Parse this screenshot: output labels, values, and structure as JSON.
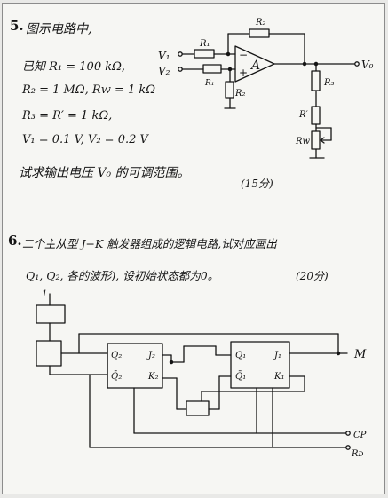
{
  "problem5": {
    "number": "5.",
    "title": "图示电路中,",
    "given_1": "已知 R₁ = 100 kΩ,",
    "given_2": "R₂ = 1 MΩ,  Rw = 1 kΩ",
    "given_3": "R₃ = R′ = 1 kΩ,",
    "given_4": "V₁ = 0.1 V,   V₂ = 0.2 V",
    "question": "试求输出电压 V₀ 的可调范围。",
    "score": "(15分)",
    "circuit": {
      "label_R2_top": "R₂",
      "label_V1": "V₁",
      "label_V2": "V₂",
      "label_R1_top": "R₁",
      "label_R1_bottom": "R₁",
      "label_R2_ground": "R₂",
      "label_minus": "−",
      "label_plus": "+",
      "label_A": "A",
      "label_Vo": "V₀",
      "label_R3": "R₃",
      "label_Rprime": "R′",
      "label_Rw": "Rw"
    }
  },
  "problem6": {
    "number": "6.",
    "line_1": "二个主从型 J−K 触发器组成的逻辑电路,试对应画出",
    "line_2": "Q₁, Q₂, 各的波形), 设初始状态都为0。",
    "score": "(20分)",
    "circuit": {
      "label_top_input": "1",
      "ff2_Q": "Q₂",
      "ff2_Qbar": "Q̄₂",
      "ff2_J": "J₂",
      "ff2_K": "K₂",
      "ff1_Q": "Q₁",
      "ff1_Qbar": "Q̄₁",
      "ff1_J": "J₁",
      "ff1_K": "K₁",
      "label_M": "M",
      "label_CP": "CP",
      "label_RD": "Rᴅ"
    }
  }
}
